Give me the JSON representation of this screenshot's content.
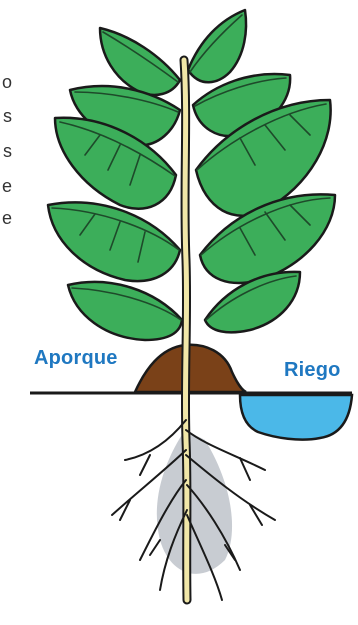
{
  "side_text_fragments": [
    "o",
    "s",
    "s",
    "e",
    "e"
  ],
  "labels": {
    "hilling": "Aporque",
    "irrigation": "Riego"
  },
  "colors": {
    "label_blue": "#1f78c1",
    "leaf_green": "#3cae5a",
    "leaf_vein": "#1e4a2a",
    "stem": "#f1e7a8",
    "soil_mound": "#7a4118",
    "water": "#4bb8e8",
    "root_shadow": "#c8ccd2",
    "outline": "#1a1a1a"
  },
  "icons": {
    "plant": "plant-illustration",
    "mound": "soil-mound",
    "water": "water-pool"
  }
}
